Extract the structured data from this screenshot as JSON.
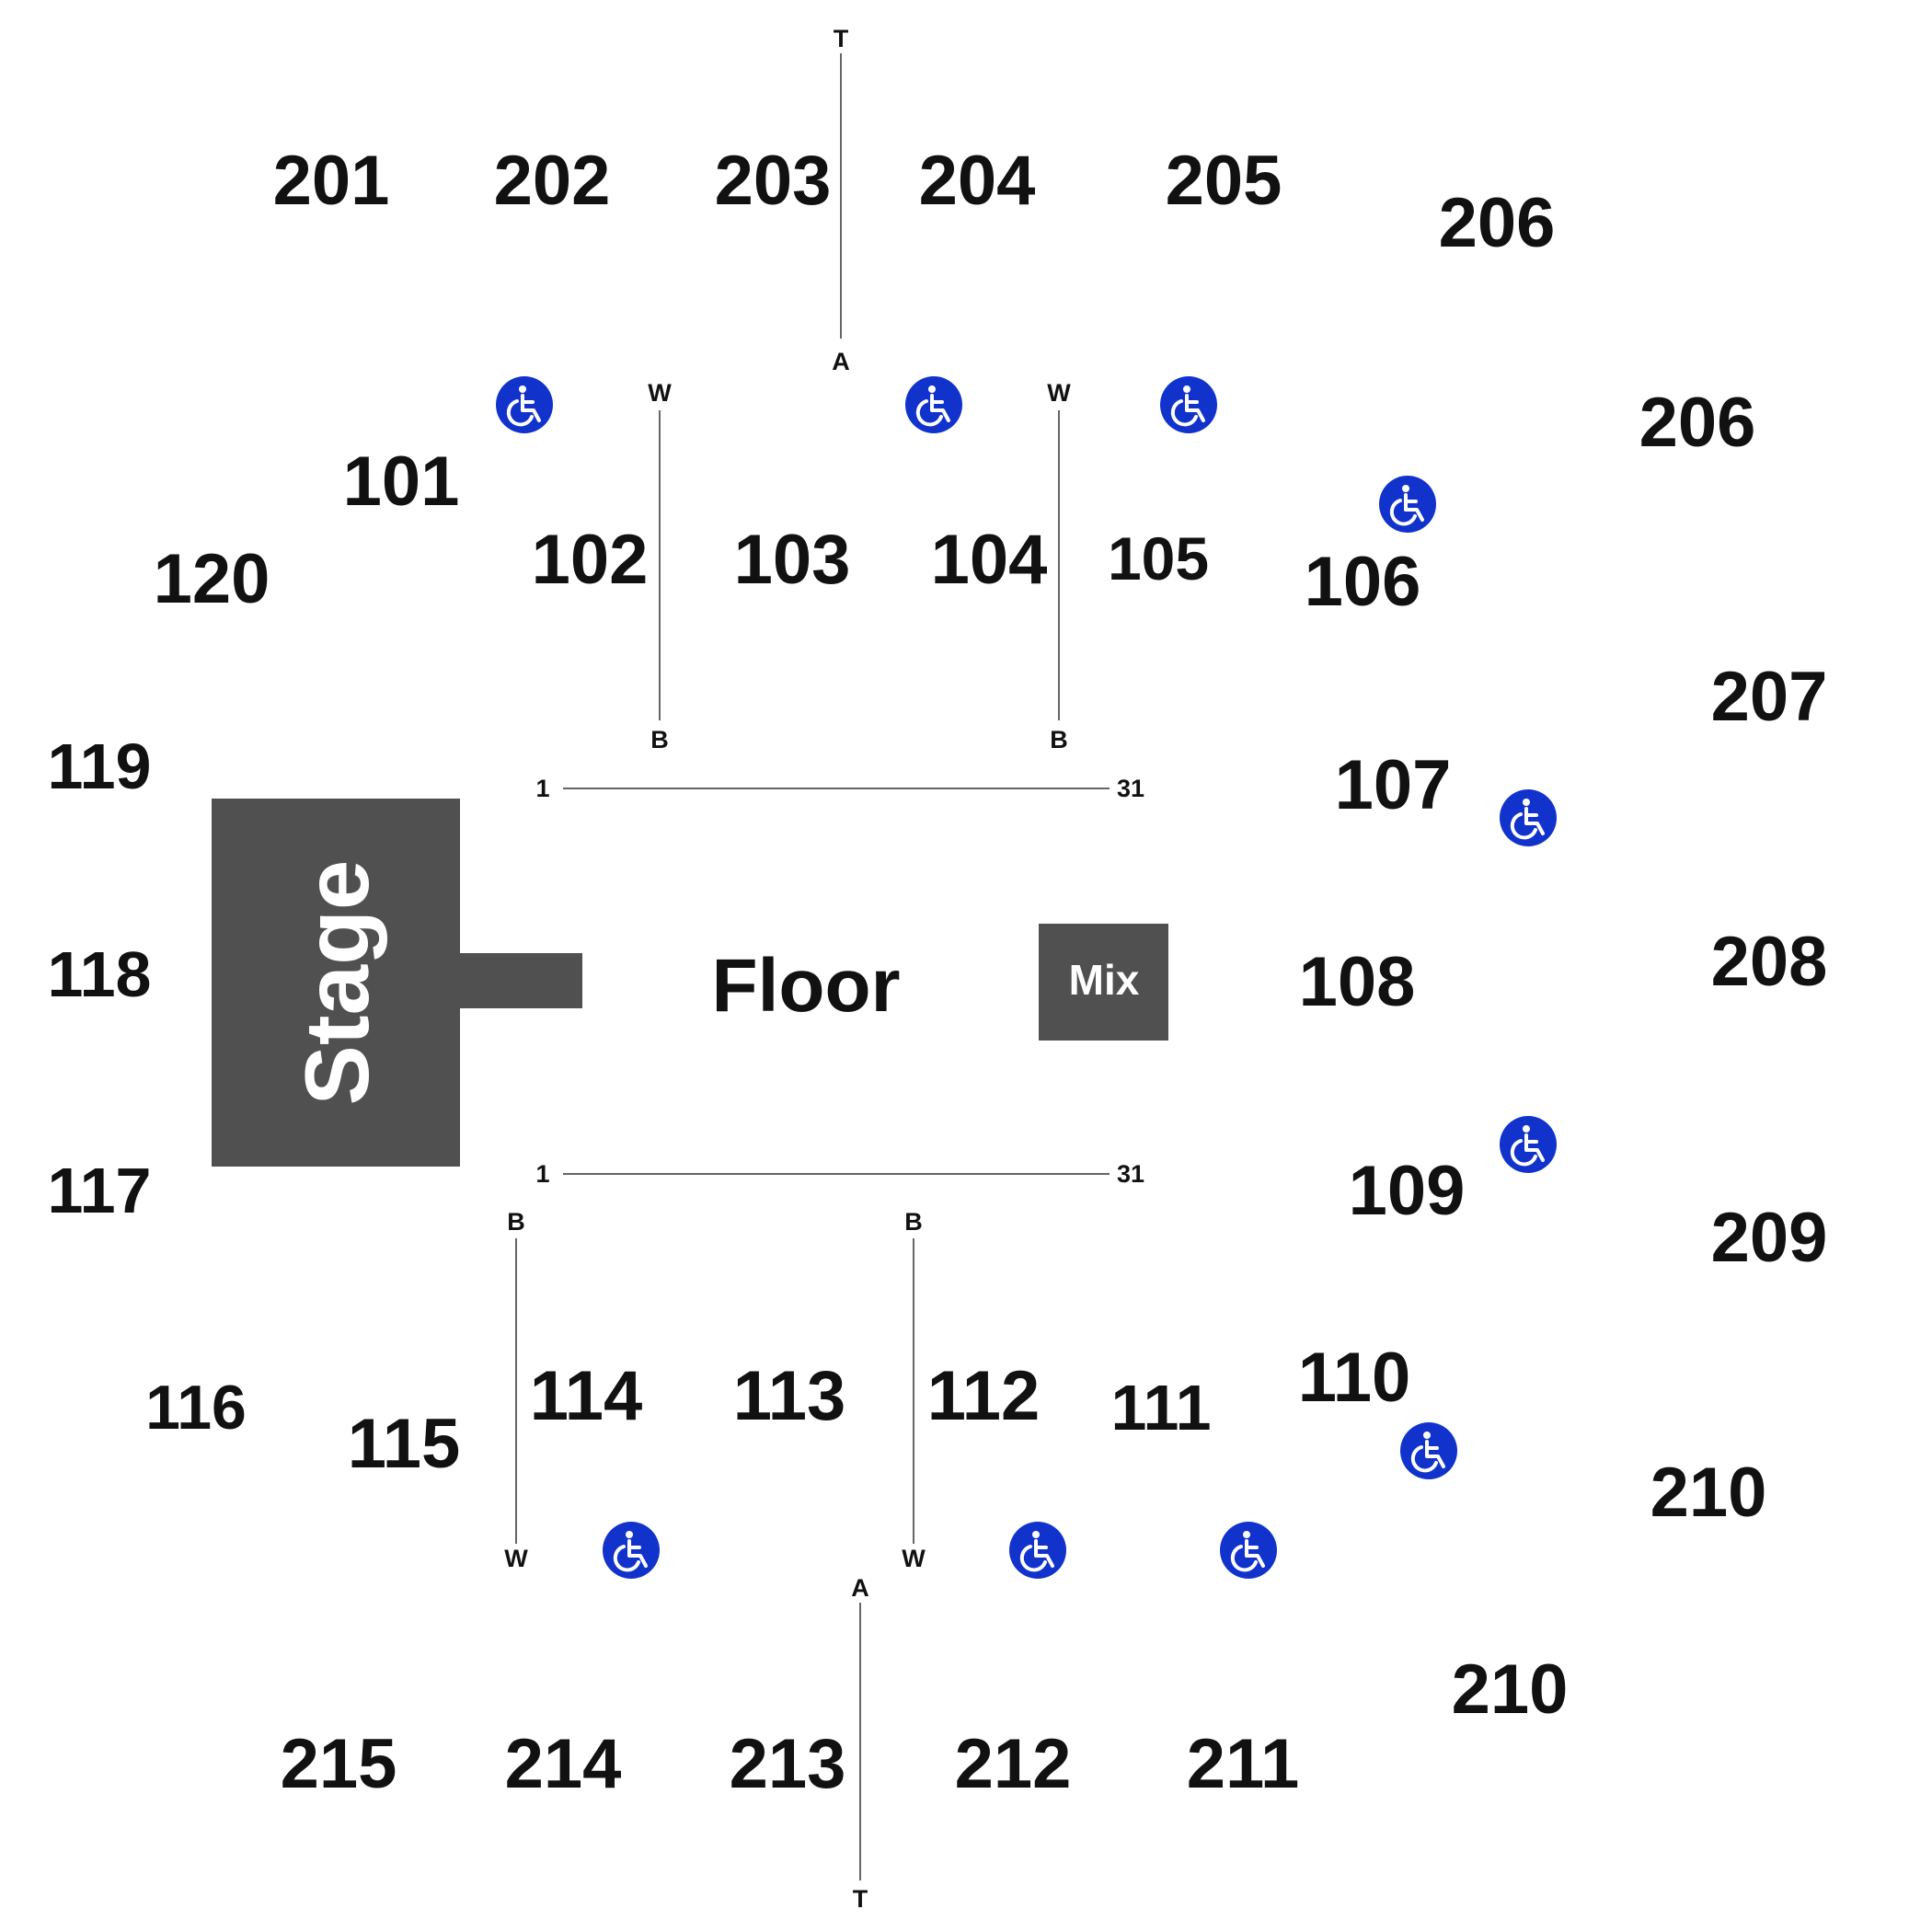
{
  "colors": {
    "background": "#ffffff",
    "stage": "#505050",
    "mix": "#505050",
    "text": "#111111",
    "ada": "#1133cc"
  },
  "stage": {
    "label": "Stage"
  },
  "floor": {
    "label": "Floor",
    "row_start": "1",
    "row_end": "31"
  },
  "mix": {
    "label": "Mix"
  },
  "aisle_markers": {
    "T": "T",
    "A": "A",
    "W": "W",
    "B": "B"
  },
  "sections_200_top": [
    "201",
    "202",
    "203",
    "204",
    "205",
    "206"
  ],
  "sections_200_right": [
    "206",
    "207",
    "208",
    "209",
    "210"
  ],
  "sections_200_bottom": [
    "215",
    "214",
    "213",
    "212",
    "211",
    "210"
  ],
  "sections_100_top": [
    "101",
    "102",
    "103",
    "104",
    "105",
    "106"
  ],
  "sections_100_right": [
    "107",
    "108",
    "109",
    "110"
  ],
  "sections_100_bottom": [
    "111",
    "112",
    "113",
    "114",
    "115",
    "116"
  ],
  "sections_100_left": [
    "117",
    "118",
    "119",
    "120"
  ],
  "accessibility_icon": "wheelchair-icon"
}
